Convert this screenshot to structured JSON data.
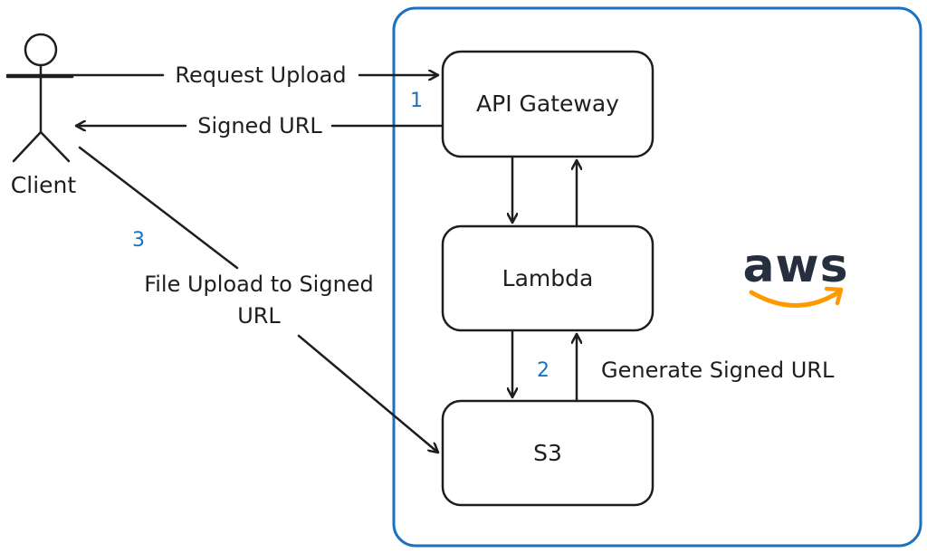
{
  "colors": {
    "stroke": "#1e1e1e",
    "cloud_border": "#1971c2",
    "step_numbers": "#1971c2",
    "aws_text": "#252f3e",
    "aws_smile": "#ff9900"
  },
  "icons": {
    "actor": "stick-figure-icon",
    "logo": "aws-logo"
  },
  "logo_text": "aws",
  "actor": {
    "label": "Client"
  },
  "nodes": {
    "api_gateway": "API Gateway",
    "lambda": "Lambda",
    "s3": "S3"
  },
  "edges": {
    "request_upload": "Request Upload",
    "signed_url": "Signed URL",
    "file_upload_line1": "File Upload to Signed",
    "file_upload_line2": "URL",
    "generate_signed_url": "Generate Signed URL"
  },
  "steps": {
    "step1": "1",
    "step2": "2",
    "step3": "3"
  }
}
